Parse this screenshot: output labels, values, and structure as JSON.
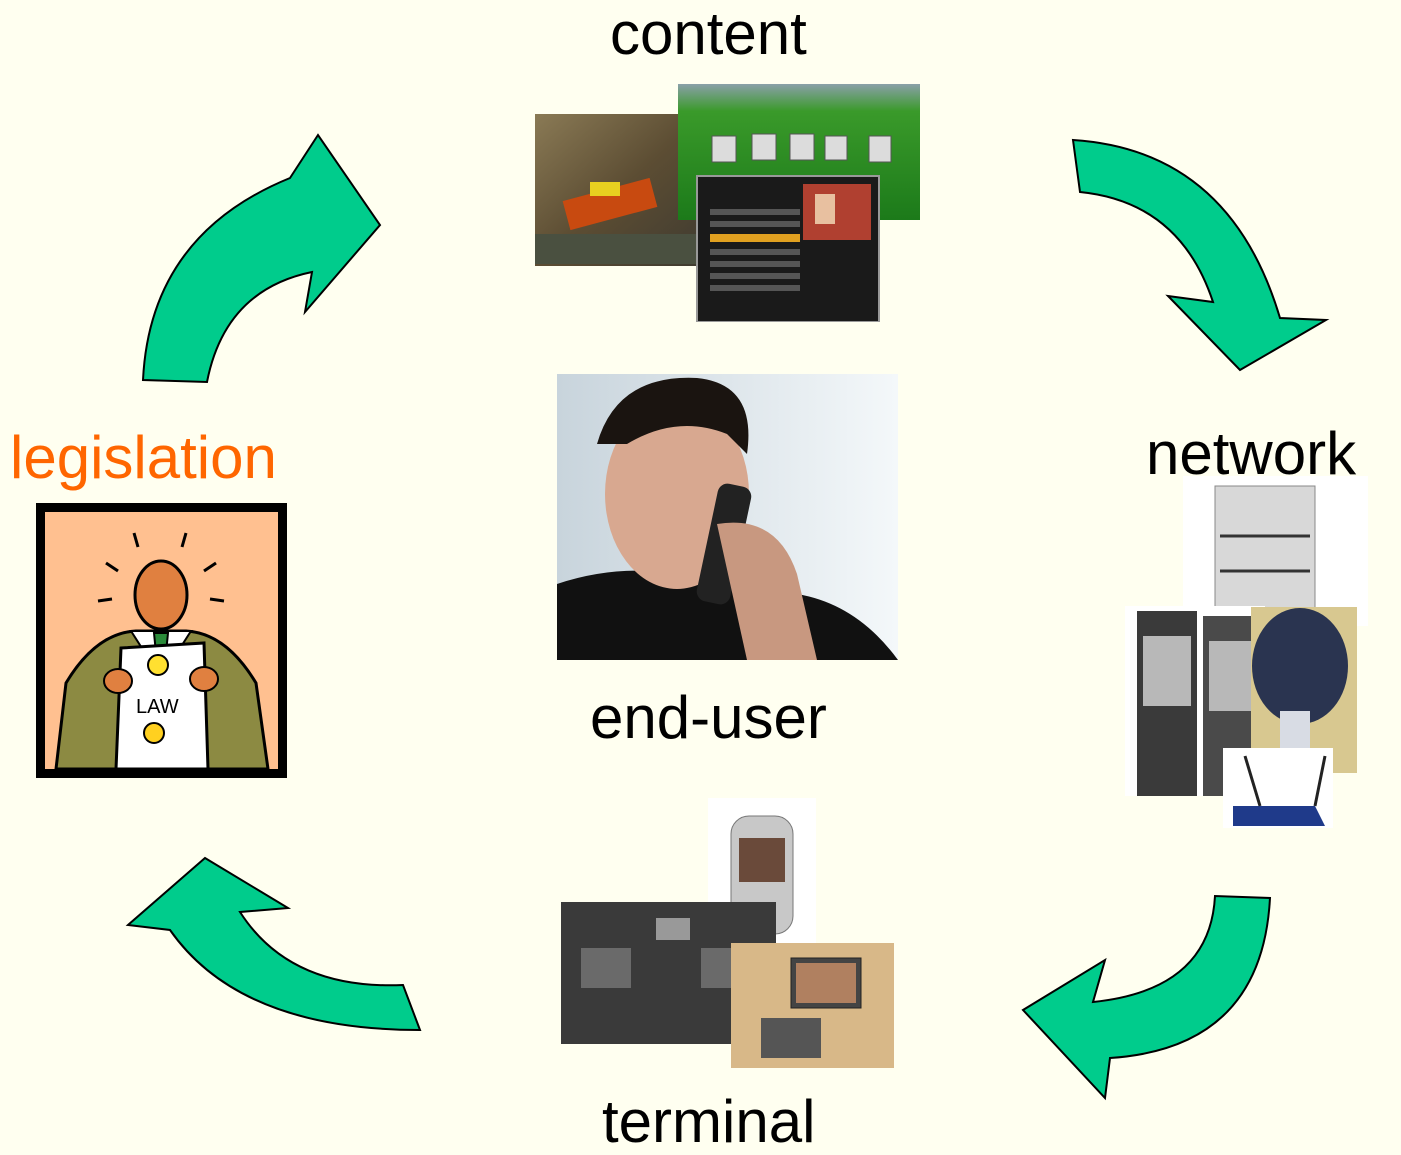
{
  "labels": {
    "content": "content",
    "network": "network",
    "end_user": "end-user",
    "terminal": "terminal",
    "legislation": "legislation"
  },
  "law_sign_text": "LAW",
  "colors": {
    "background": "#fffff0",
    "arrow_fill": "#00cc8c",
    "legislation_text": "#ff6600",
    "frame_fill": "#ffc090"
  }
}
